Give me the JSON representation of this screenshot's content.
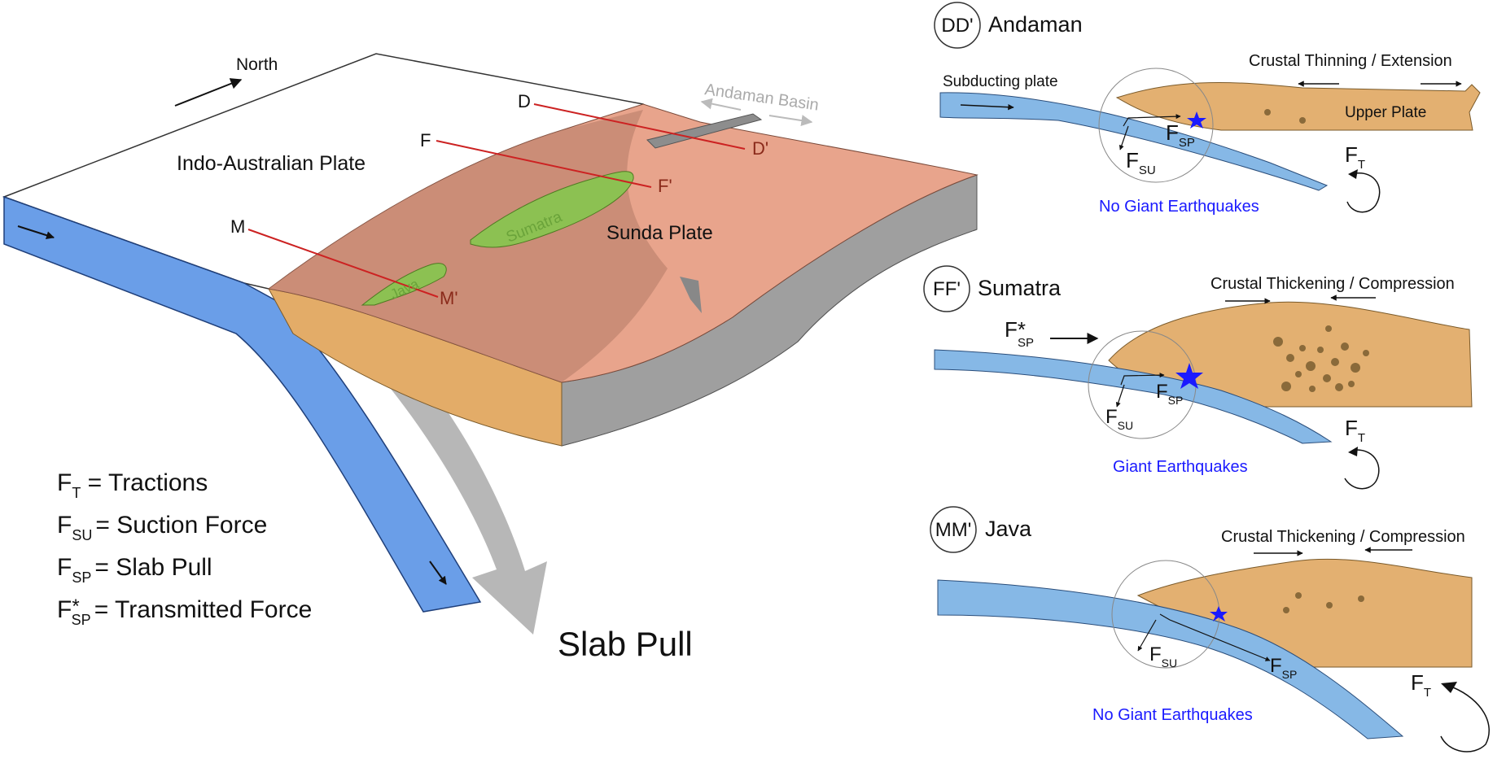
{
  "main_block": {
    "north_label": "North",
    "indo_plate_label": "Indo-Australian Plate",
    "sunda_plate_label": "Sunda Plate",
    "andaman_basin_label": "Andaman Basin",
    "sumatra_label": "Sumatra",
    "java_label": "Java",
    "slab_pull_label": "Slab Pull",
    "section_lines": [
      {
        "start": "D",
        "end": "D'"
      },
      {
        "start": "F",
        "end": "F'"
      },
      {
        "start": "M",
        "end": "M'"
      }
    ]
  },
  "legend": [
    {
      "symbol": "F",
      "sub": "T",
      "star": "",
      "text": " = Tractions"
    },
    {
      "symbol": "F",
      "sub": "SU",
      "star": "",
      "text": "= Suction Force"
    },
    {
      "symbol": "F",
      "sub": "SP",
      "star": "",
      "text": "= Slab Pull"
    },
    {
      "symbol": "F",
      "sub": "SP",
      "star": "*",
      "text": "= Transmitted Force"
    }
  ],
  "sections": [
    {
      "id": "DD'",
      "name": "Andaman",
      "regime": "Crustal Thinning / Extension",
      "subducting_label": "Subducting plate",
      "upper_plate_label": "Upper Plate",
      "earthquake_label": "No Giant Earthquakes",
      "force_symbol": "F",
      "sub_sp": "SP",
      "sub_su": "SU",
      "sub_t": "T"
    },
    {
      "id": "FF'",
      "name": "Sumatra",
      "regime": "Crustal Thickening / Compression",
      "transmitted_label": "F*",
      "earthquake_label": "Giant Earthquakes",
      "force_symbol": "F",
      "sub_sp": "SP",
      "sub_su": "SU",
      "sub_t": "T"
    },
    {
      "id": "MM'",
      "name": "Java",
      "regime": "Crustal Thickening / Compression",
      "earthquake_label": "No Giant Earthquakes",
      "force_symbol": "F",
      "sub_sp": "SP",
      "sub_su": "SU",
      "sub_t": "T"
    }
  ],
  "colors": {
    "slab_blue": "#6a9ee8",
    "section_blue": "#86b8e6",
    "crust_orange": "#e3b071",
    "sunda_salmon": "#e8a48c",
    "island_green": "#8cc152",
    "grey_arrow": "#b0b0b0",
    "quake_blue": "#1a1aff",
    "section_line_red": "#cc2222"
  }
}
